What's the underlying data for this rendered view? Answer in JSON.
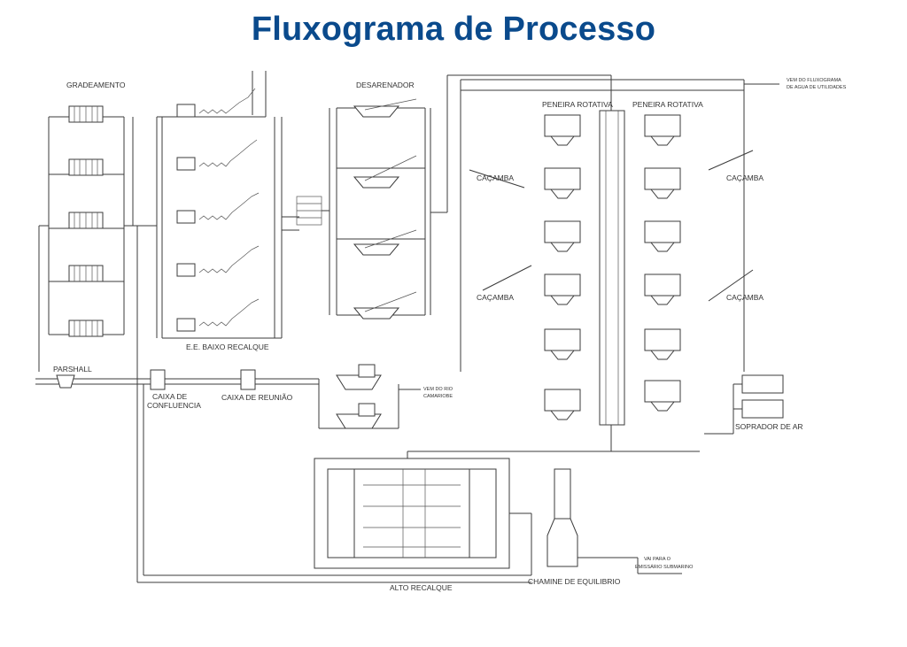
{
  "title": "Fluxograma de Processo",
  "labels": {
    "gradeamento": "GRADEAMENTO",
    "desarenador": "DESARENADOR",
    "eebaixo": "E.E. BAIXO RECALQUE",
    "parshall": "PARSHALL",
    "confluencia_1": "CAIXA DE",
    "confluencia_2": "CONFLUENCIA",
    "reuniao": "CAIXA DE REUNIÃO",
    "rio_1": "VEM DO RIO",
    "rio_2": "CAMARIOBE",
    "peneira_l": "PENEIRA ROTATIVA",
    "peneira_r": "PENEIRA ROTATIVA",
    "cacamba_1": "CAÇAMBA",
    "cacamba_2": "CAÇAMBA",
    "cacamba_3": "CAÇAMBA",
    "cacamba_4": "CAÇAMBA",
    "soprador": "SOPRADOR DE AR",
    "fluxo_1": "VEM DO FLUXOGRAMA",
    "fluxo_2": "DE AGUA DE UTILIDADES",
    "alto": "ALTO RECALQUE",
    "chamine": "CHAMINE DE EQUILIBRIO",
    "emissario_1": "VAI PARA O",
    "emissario_2": "EMISSÁRIO SUBMARINO"
  }
}
